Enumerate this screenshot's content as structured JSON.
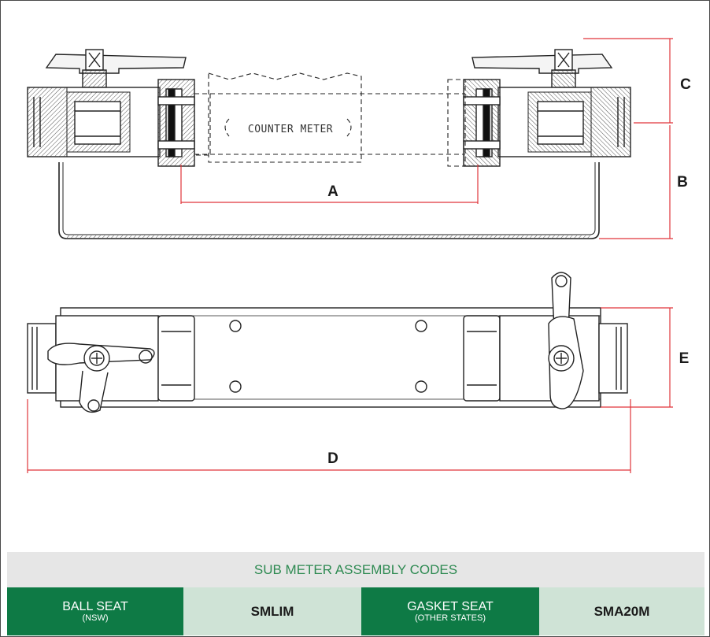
{
  "dimensions": {
    "a": "A",
    "b": "B",
    "c": "C",
    "d": "D",
    "e": "E"
  },
  "drawing": {
    "meter_label": "COUNTER METER"
  },
  "codes": {
    "title": "SUB METER ASSEMBLY CODES",
    "ball_seat_label": "BALL SEAT",
    "ball_seat_note": "(NSW)",
    "ball_seat_code": "SMLIM",
    "gasket_seat_label": "GASKET SEAT",
    "gasket_seat_note": "(OTHER STATES)",
    "gasket_seat_code": "SMA20M"
  },
  "colors": {
    "dimension_line": "#e0343a",
    "header_text": "#2e8a52",
    "label_cell": "#0e7a45",
    "code_cell": "#cfe3d6"
  }
}
